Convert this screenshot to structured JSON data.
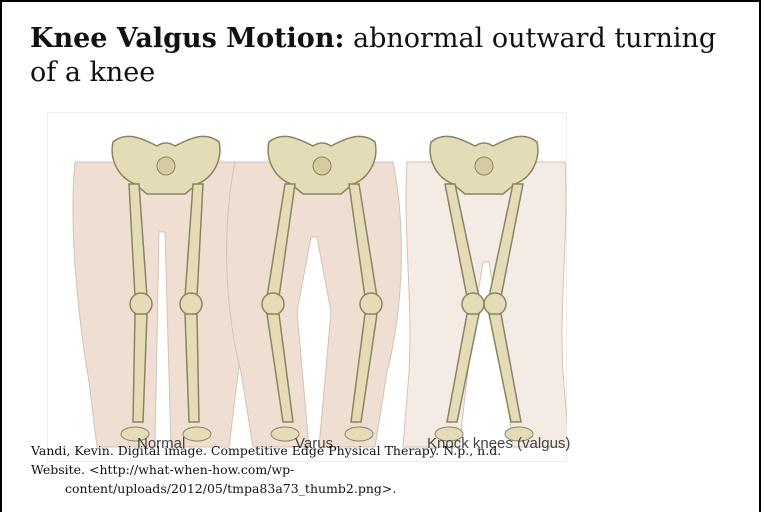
{
  "slide": {
    "title_bold": "Knee Valgus Motion:",
    "title_rest": " abnormal outward turning of a knee"
  },
  "figure": {
    "labels": [
      "Normal",
      "Varus",
      "Knock knees (valgus)"
    ],
    "colors": {
      "skin": "#eedfd2",
      "skin_outline": "#d9c2ae",
      "bone": "#e3dcb6",
      "bone_outline": "#8b8462",
      "valgus_skin": "#f4ece4"
    }
  },
  "citation": {
    "line1": "Vandi, Kevin. Digital image. Competitive Edge Physical Therapy. N.p., n.d.",
    "line2": "Website. <http://what-when-how.com/wp-",
    "line3": "content/uploads/2012/05/tmpa83a73_thumb2.png>."
  }
}
